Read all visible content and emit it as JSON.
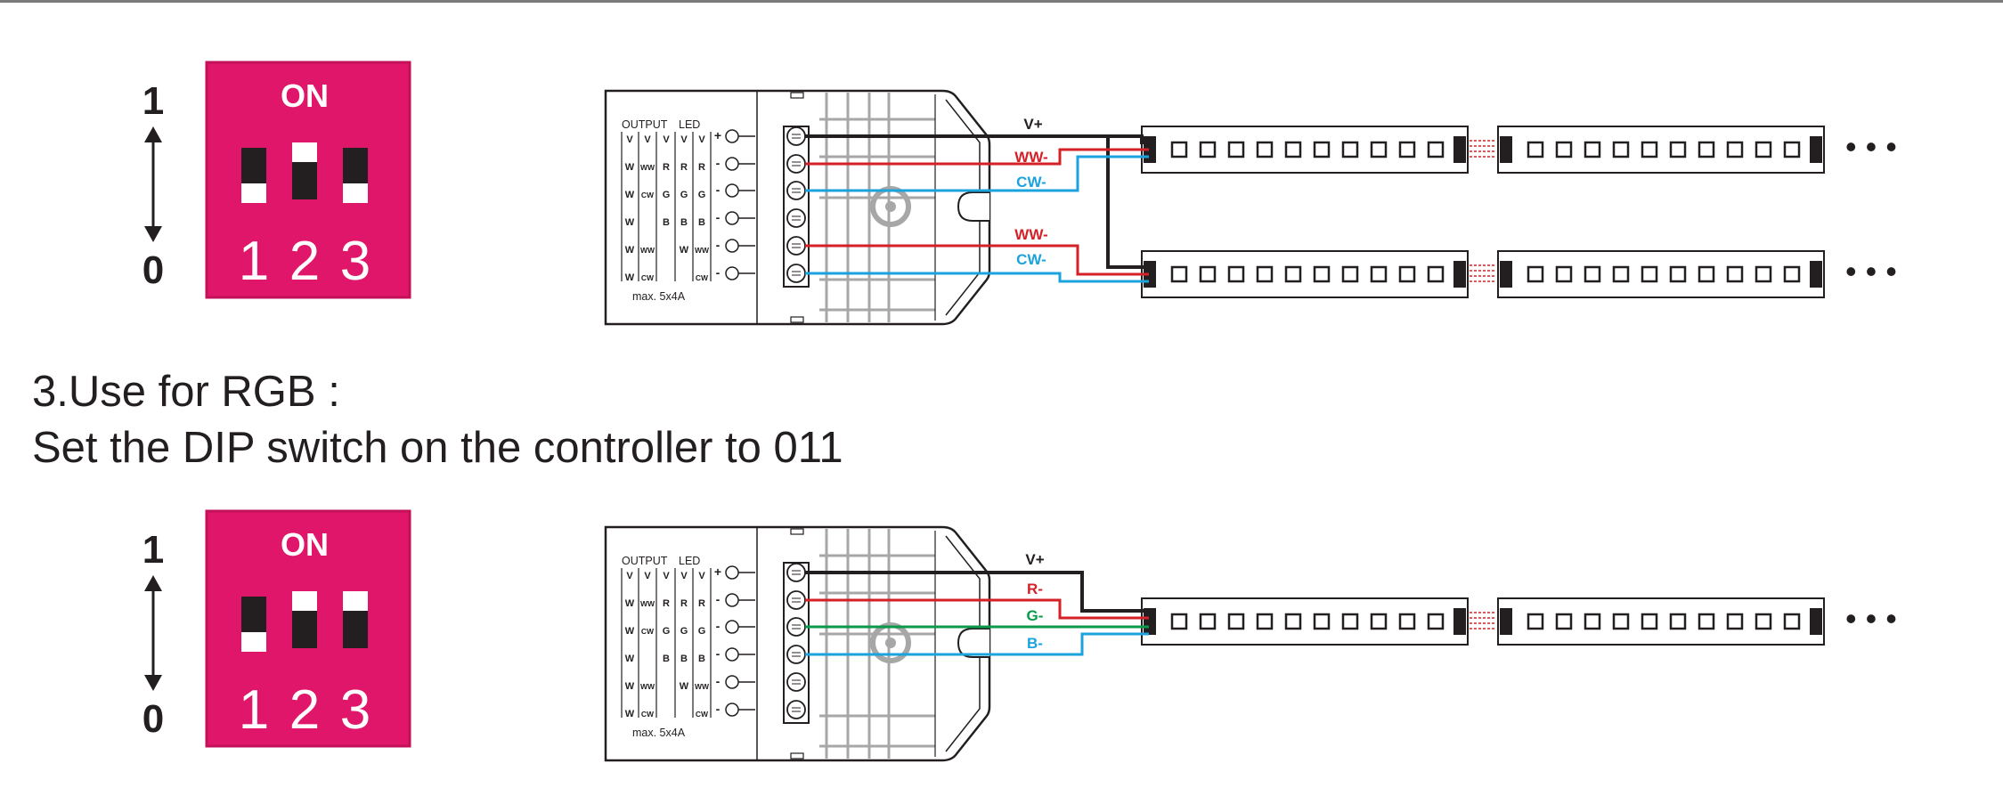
{
  "colors": {
    "dip_background": "#e0166a",
    "wire_black": "#231f20",
    "wire_red": "#d42027",
    "wire_cyan": "#1ba3dd",
    "wire_green": "#0a9a4a",
    "device_grey": "#a7a7a7",
    "text": "#231f20"
  },
  "heading": {
    "line1": "3.Use for RGB :",
    "line2": "Set the DIP switch on the controller to 011"
  },
  "dip_common": {
    "on_label": "ON",
    "axis_top": "1",
    "axis_bottom": "0",
    "switch_numbers": [
      "1",
      "2",
      "3"
    ]
  },
  "dip_switches": [
    {
      "setting": "010",
      "states": [
        0,
        1,
        0
      ]
    },
    {
      "setting": "011",
      "states": [
        0,
        1,
        1
      ]
    }
  ],
  "controller": {
    "output_label": "OUTPUT",
    "led_label": "LED",
    "max_label": "max. 5x4A",
    "polarity": [
      "+",
      "-",
      "-",
      "-",
      "-",
      "-"
    ],
    "table_cols": [
      [
        "V",
        "W",
        "W",
        "W",
        "W",
        "W"
      ],
      [
        "V",
        "WW",
        "CW",
        "",
        "WW",
        "CW"
      ],
      [
        "V",
        "R",
        "G",
        "B",
        "",
        ""
      ],
      [
        "V",
        "R",
        "G",
        "B",
        "W",
        ""
      ],
      [
        "V",
        "R",
        "G",
        "B",
        "WW",
        "CW"
      ]
    ]
  },
  "diagram_top": {
    "wires": [
      {
        "label": "V+",
        "color": "wire_black"
      },
      {
        "label": "WW-",
        "color": "wire_red"
      },
      {
        "label": "CW-",
        "color": "wire_cyan"
      },
      {
        "label": "WW-",
        "color": "wire_red"
      },
      {
        "label": "CW-",
        "color": "wire_cyan"
      }
    ],
    "strip_rows": 2,
    "strip_segments_per_row": 2,
    "chips_per_segment": 10
  },
  "diagram_bottom": {
    "wires": [
      {
        "label": "V+",
        "color": "wire_black"
      },
      {
        "label": "R-",
        "color": "wire_red"
      },
      {
        "label": "G-",
        "color": "wire_green"
      },
      {
        "label": "B-",
        "color": "wire_cyan"
      }
    ],
    "strip_rows": 1,
    "strip_segments_per_row": 2,
    "chips_per_segment": 10
  },
  "continuation": "• • •"
}
